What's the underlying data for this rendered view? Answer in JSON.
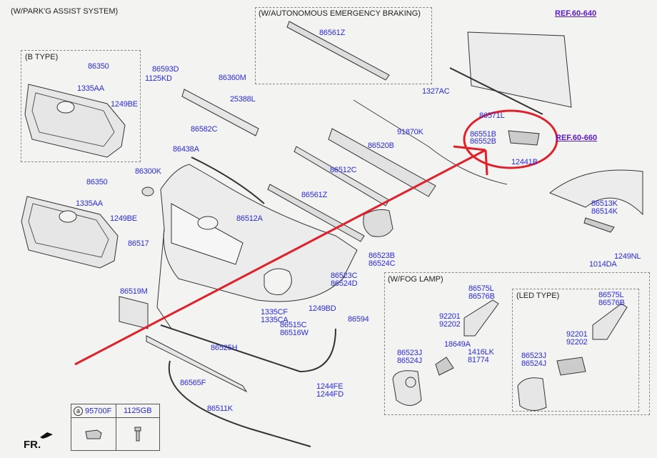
{
  "diagram": {
    "type": "exploded-parts-diagram",
    "subject": "Front bumper assembly",
    "sections": {
      "park_assist": "(W/PARK'G ASSIST SYSTEM)",
      "b_type": "(B TYPE)",
      "aeb": "(W/AUTONOMOUS EMERGENCY BRAKING)",
      "fog_lamp": "(W/FOG LAMP)",
      "led_type": "(LED TYPE)"
    },
    "refs": {
      "ref_60_640": "REF.60-640",
      "ref_60_660": "REF.60-660"
    },
    "front_indicator": "FR.",
    "legend": {
      "marker": "a",
      "col1_part": "95700F",
      "col2_part": "1125GB"
    },
    "callout": {
      "color": "#e0202a",
      "highlighted_parts": [
        "86551B",
        "86552B"
      ]
    },
    "labels": {
      "b_grille": "86350",
      "b_clip": "1335AA",
      "b_screw": "1249BE",
      "nut_86593d": "86593D",
      "bolt_1125kd": "1125KD",
      "upper_cover": "86360M",
      "label_25388l": "25388L",
      "moulding_86582c": "86582C",
      "moulding_86438a": "86438A",
      "emblem": "86300K",
      "aeb_garnish": "86561Z",
      "nut_1327ac": "1327AC",
      "beam_86571l": "86571L",
      "bracket_1": "86551B",
      "bracket_2": "86552B",
      "screw_12441b": "12441B",
      "wiring": "91870K",
      "absorber": "86520B",
      "lip_86512c": "86512C",
      "grille": "86350",
      "clip_1335aa": "1335AA",
      "screw_1249be": "1249BE",
      "clip_86517": "86517",
      "plate_86519m": "86519M",
      "garnish_86561z": "86561Z",
      "cover_86512a": "86512A",
      "cover_l_86523b": "86523B",
      "cover_r_86524c": "86524C",
      "bracket_l_86523c": "86523C",
      "bracket_r_86524d": "86524D",
      "side_l_86513k": "86513K",
      "side_r_86514k": "86514K",
      "screw_1249nl": "1249NL",
      "screw_1014da": "1014DA",
      "clip_1335cf": "1335CF",
      "clip_1335ca": "1335CA",
      "screw_1249bd": "1249BD",
      "nut_86594": "86594",
      "clip_86515c": "86515C",
      "clip_86516w": "86516W",
      "lower_86525h": "86525H",
      "skid_86565f": "86565F",
      "bolt_1244fe": "1244FE",
      "bolt_1244fd": "1244FD",
      "lower_lip_86511k": "86511K",
      "fog_duct_l": "86575L",
      "fog_duct_r": "86576B",
      "fog_lamp_l": "92201",
      "fog_lamp_r": "92202",
      "bulb": "18649A",
      "clip_1416lk": "1416LK",
      "clip_81774": "81774",
      "fog_cover_l": "86523J",
      "fog_cover_r": "86524J",
      "led_duct_l": "86575L",
      "led_duct_r": "86576B",
      "led_lamp_l": "92201",
      "led_lamp_r": "92202",
      "led_cover_l": "86523J",
      "led_cover_r": "86524J"
    }
  }
}
